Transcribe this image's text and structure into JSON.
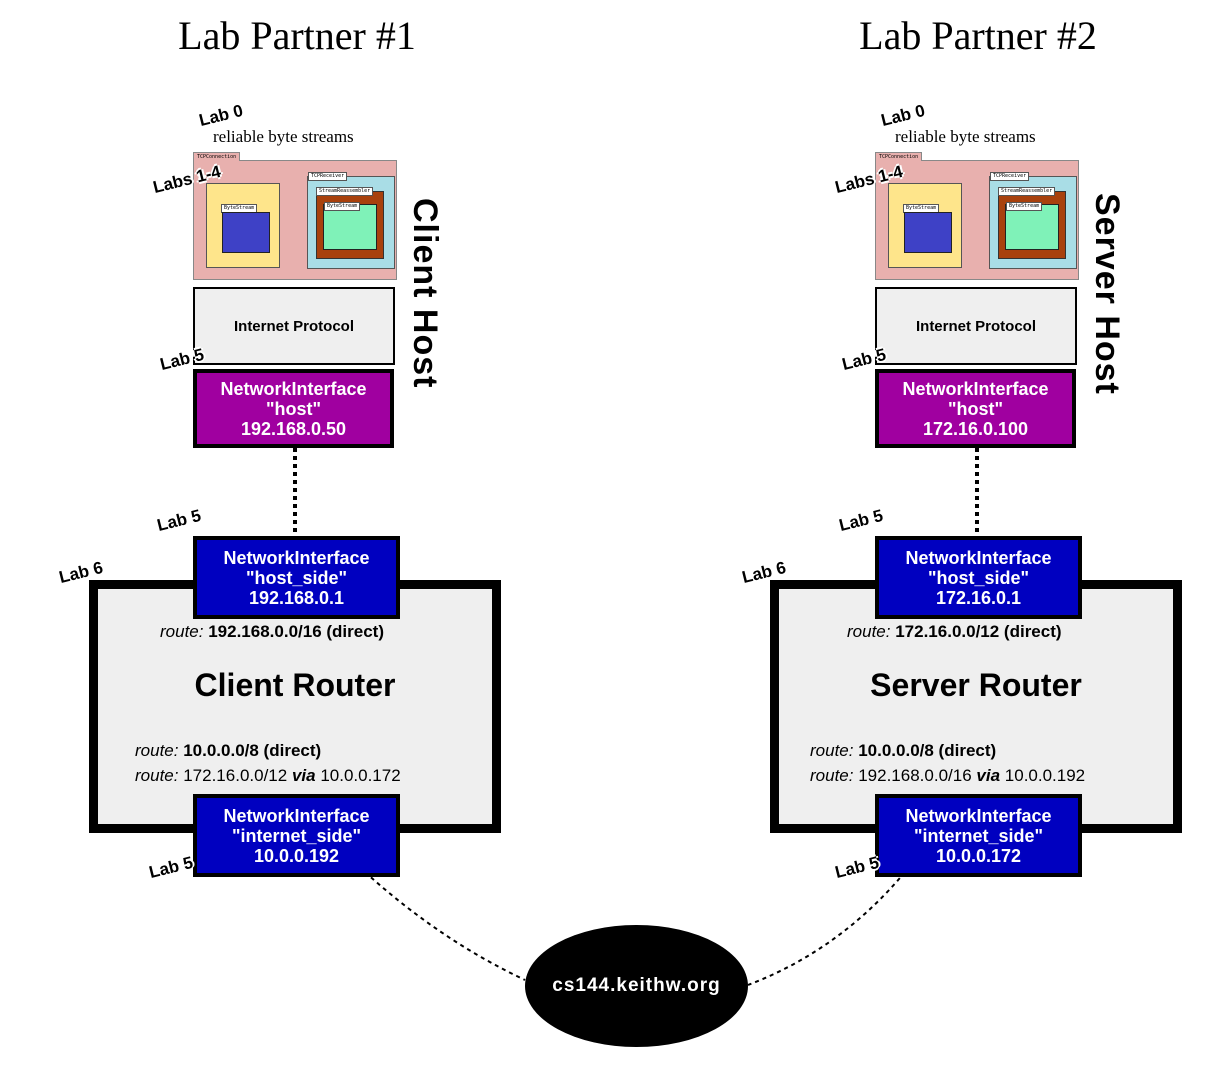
{
  "partners": {
    "left": "Lab Partner #1",
    "right": "Lab Partner #2"
  },
  "labs": {
    "lab0": "Lab 0",
    "labs14": "Labs 1-4",
    "lab5": "Lab 5",
    "lab6": "Lab 6"
  },
  "stack": {
    "subtitle": "reliable byte streams",
    "tcp_connection": "TCPConnection",
    "byte_stream": "ByteStream",
    "tcp_receiver": "TCPReceiver",
    "stream_reassembler": "StreamReassembler",
    "internet_protocol": "Internet Protocol"
  },
  "client": {
    "host_label": "Client Host",
    "host_ni": {
      "title": "NetworkInterface",
      "name": "\"host\"",
      "ip": "192.168.0.50"
    },
    "router_title": "Client Router",
    "host_side_ni": {
      "title": "NetworkInterface",
      "name": "\"host_side\"",
      "ip": "192.168.0.1"
    },
    "internet_side_ni": {
      "title": "NetworkInterface",
      "name": "\"internet_side\"",
      "ip": "10.0.0.192"
    },
    "route_top": {
      "label": "route:",
      "text": "192.168.0.0/16 (direct)"
    },
    "route_mid": {
      "label": "route:",
      "text": "10.0.0.0/8 (direct)"
    },
    "route_via": {
      "label": "route:",
      "prefix": "172.16.0.0/12",
      "via": "via",
      "gw": "10.0.0.172"
    }
  },
  "server": {
    "host_label": "Server Host",
    "host_ni": {
      "title": "NetworkInterface",
      "name": "\"host\"",
      "ip": "172.16.0.100"
    },
    "router_title": "Server Router",
    "host_side_ni": {
      "title": "NetworkInterface",
      "name": "\"host_side\"",
      "ip": "172.16.0.1"
    },
    "internet_side_ni": {
      "title": "NetworkInterface",
      "name": "\"internet_side\"",
      "ip": "10.0.0.172"
    },
    "route_top": {
      "label": "route:",
      "text": "172.16.0.0/12 (direct)"
    },
    "route_mid": {
      "label": "route:",
      "text": "10.0.0.0/8 (direct)"
    },
    "route_via": {
      "label": "route:",
      "prefix": "192.168.0.0/16",
      "via": "via",
      "gw": "10.0.0.192"
    }
  },
  "internet": {
    "label": "cs144.keithw.org"
  },
  "colors": {
    "tcp_connection": "#e8b0ae",
    "byte_stream_outer": "#fee58b",
    "tcp_receiver": "#a9dde6",
    "reassembler": "#a8410d",
    "byte_stream_inner": "#3e41c6",
    "reassembler_stream": "#7ff2b8",
    "host_ni": "#a000a0",
    "router_ni": "#0000c0",
    "router_fill": "#efefef"
  }
}
